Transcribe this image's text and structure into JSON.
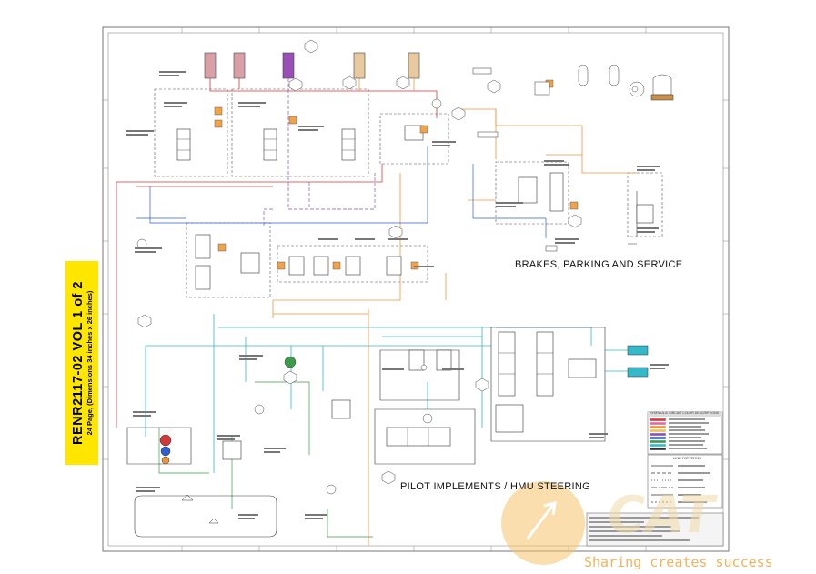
{
  "document": {
    "title": "RENR2117-02 VOL 1 of 2",
    "subtitle": "24 Page, (Dimensions 34 inches x 26 inches)"
  },
  "sections": {
    "brakes": "BRAKES, PARKING AND SERVICE",
    "pilot": "PILOT IMPLEMENTS / HMU STEERING"
  },
  "legend": {
    "color_title": "HYDRAULIC CIRCUIT COLOR DESCRIPTIONS",
    "line_title": "LINE PATTERNS"
  },
  "watermark": {
    "slogan": "Sharing creates success"
  },
  "colors": {
    "red": "#d23a3a",
    "orange": "#e8963c",
    "blue": "#2f5fd0",
    "purple": "#8a4fb8",
    "cyan": "#35b8c8",
    "green": "#3c9a4a",
    "pink": "#e06aa0",
    "yellow_tab": "#ffe600",
    "watermark": "#f2b35a"
  }
}
